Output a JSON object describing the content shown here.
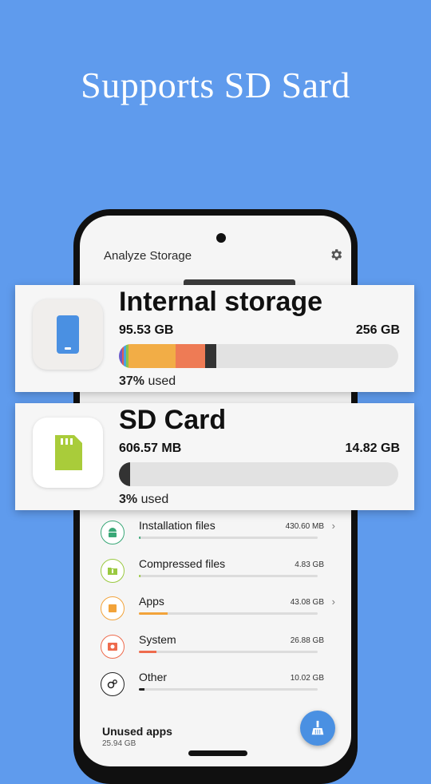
{
  "headline": "Supports SD Sard",
  "app": {
    "title": "Analyze Storage"
  },
  "internal": {
    "title": "Internal storage",
    "used": "95.53 GB",
    "total": "256 GB",
    "percent": "37%",
    "percent_suffix": "used",
    "segments": [
      {
        "color": "#6a5acd",
        "fraction": 0.012
      },
      {
        "color": "#e05a5a",
        "fraction": 0.006
      },
      {
        "color": "#4aa3e0",
        "fraction": 0.008
      },
      {
        "color": "#8bc34a",
        "fraction": 0.008
      },
      {
        "color": "#f2ad46",
        "fraction": 0.17
      },
      {
        "color": "#ee7b55",
        "fraction": 0.105
      },
      {
        "color": "#333333",
        "fraction": 0.04
      }
    ]
  },
  "sdcard": {
    "title": "SD Card",
    "used": "606.57 MB",
    "total": "14.82 GB",
    "percent": "3%",
    "percent_suffix": "used",
    "segments": [
      {
        "color": "#333333",
        "fraction": 0.04
      }
    ]
  },
  "categories": [
    {
      "name": "Installation files",
      "size": "430.60 MB",
      "chevron": true,
      "color": "#3aa878",
      "icon": "android-icon",
      "fill": 0.01
    },
    {
      "name": "Compressed files",
      "size": "4.83 GB",
      "chevron": false,
      "color": "#9ac940",
      "icon": "folder-zip-icon",
      "fill": 0.01
    },
    {
      "name": "Apps",
      "size": "43.08 GB",
      "chevron": true,
      "color": "#f2a33a",
      "icon": "apps-icon",
      "fill": 0.16
    },
    {
      "name": "System",
      "size": "26.88 GB",
      "chevron": false,
      "color": "#ee6b4d",
      "icon": "system-icon",
      "fill": 0.1
    },
    {
      "name": "Other",
      "size": "10.02 GB",
      "chevron": false,
      "color": "#222222",
      "icon": "gears-icon",
      "fill": 0.03
    }
  ],
  "unused": {
    "title": "Unused apps",
    "size": "25.94 GB"
  }
}
